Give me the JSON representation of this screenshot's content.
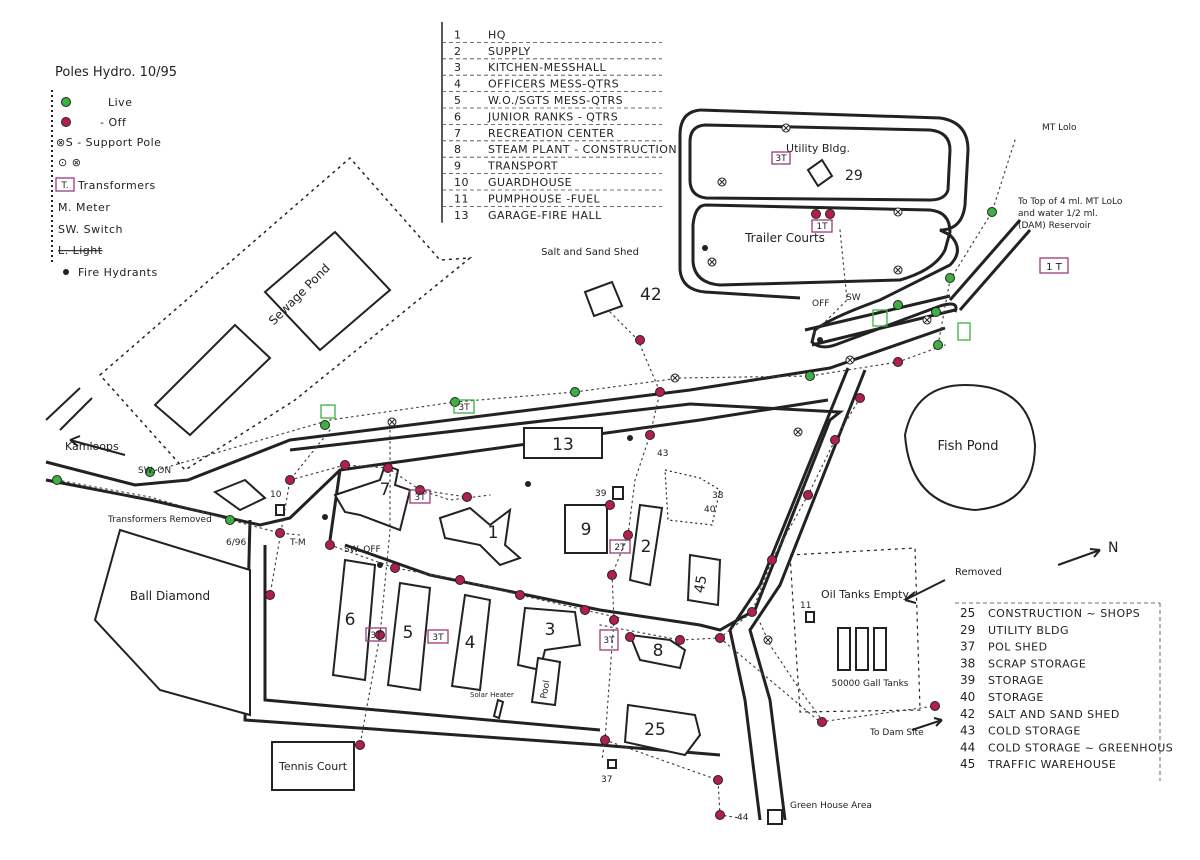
{
  "title": "Poles Hydro. 10/95",
  "legend": {
    "live": "Live",
    "off": "- Off",
    "support": "⊗S - Support Pole",
    "support_symbols": "⊙ ⊗",
    "transformers": "Transformers",
    "transformer_symbol": "T.",
    "meter": "M. Meter",
    "switch": "SW. Switch",
    "light": "L. Light",
    "hydrants": "Fire Hydrants"
  },
  "colors": {
    "live": "#3cb043",
    "off": "#b0204a",
    "transformer_box": "#9a3a7a",
    "green_box": "#3cb043"
  },
  "key_top": [
    {
      "num": "1",
      "name": "HQ"
    },
    {
      "num": "2",
      "name": "Supply"
    },
    {
      "num": "3",
      "name": "Kitchen-Messhall"
    },
    {
      "num": "4",
      "name": "Officers Mess-Qtrs"
    },
    {
      "num": "5",
      "name": "W.O./Sgts Mess-Qtrs"
    },
    {
      "num": "6",
      "name": "Junior Ranks - Qtrs"
    },
    {
      "num": "7",
      "name": "Recreation Center"
    },
    {
      "num": "8",
      "name": "Steam Plant - Construction"
    },
    {
      "num": "9",
      "name": "Transport"
    },
    {
      "num": "10",
      "name": "Guardhouse"
    },
    {
      "num": "11",
      "name": "Pumphouse -Fuel"
    },
    {
      "num": "13",
      "name": "Garage-Fire Hall"
    }
  ],
  "key_bottom": [
    {
      "num": "25",
      "name": "Construction ~ Shops"
    },
    {
      "num": "29",
      "name": "Utility Bldg"
    },
    {
      "num": "37",
      "name": "Pol Shed"
    },
    {
      "num": "38",
      "name": "Scrap Storage"
    },
    {
      "num": "39",
      "name": "Storage"
    },
    {
      "num": "40",
      "name": "Storage"
    },
    {
      "num": "42",
      "name": "Salt and Sand Shed"
    },
    {
      "num": "43",
      "name": "Cold Storage"
    },
    {
      "num": "44",
      "name": "Cold Storage ~ Greenhous"
    },
    {
      "num": "45",
      "name": "Traffic Warehouse"
    }
  ],
  "labels": {
    "sewage_pond": "Sewage Pond",
    "ball_diamond": "Ball Diamond",
    "tennis_court": "Tennis Court",
    "fish_pond": "Fish Pond",
    "utility_bldg": "Utility Bldg.",
    "trailer_courts": "Trailer Courts",
    "salt_sand_shed": "Salt and Sand Shed",
    "oil_tanks": "Oil Tanks Empty",
    "removed": "Removed",
    "oil_gall": "50000 Gall Tanks",
    "to_dam_site": "To Dam Site",
    "greenhouse": "Green House Area",
    "kamloops": "Kamloops",
    "mt_lolo": "MT Lolo",
    "top_of_mtlolo": "To Top of 4 ml. MT LoLo and water 1/2 ml. (DAM) Reservoir",
    "transformers_removed": "Transformers Removed",
    "transformers_date": "6/96",
    "north": "N",
    "pool": "Pool",
    "solar_heater": "Solar Heater",
    "sw_on": "SW. ON",
    "sw_off": "SW. OFF",
    "off": "OFF",
    "sw": "SW",
    "t_m": "T-M",
    "three_t": "3T",
    "one_t": "1T",
    "two_t": "2T",
    "big_one_t": "1 T"
  },
  "buildings": {
    "b1": "1",
    "b2": "2",
    "b3": "3",
    "b4": "4",
    "b5": "5",
    "b6": "6",
    "b7": "7",
    "b8": "8",
    "b9": "9",
    "b10": "10",
    "b11": "11",
    "b13": "13",
    "b25": "25",
    "b29": "29",
    "b37": "37",
    "b38": "38",
    "b39": "39",
    "b40": "40",
    "b42": "42",
    "b43": "43",
    "b44": "44",
    "b45": "45"
  }
}
